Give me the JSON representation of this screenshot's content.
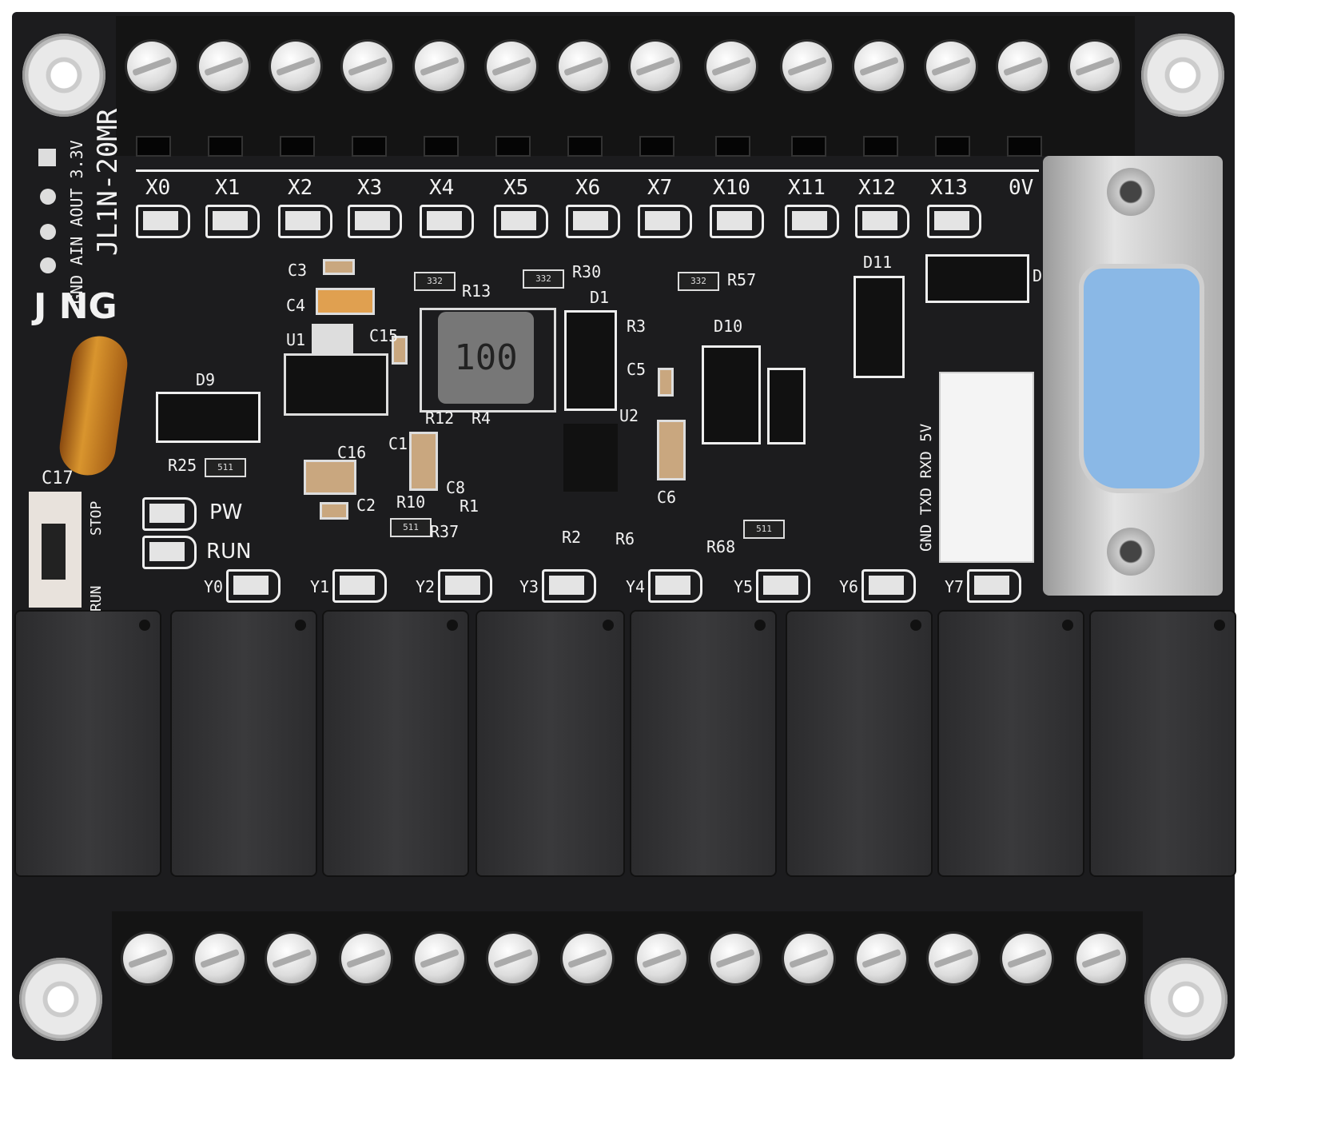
{
  "board": {
    "model": "JL1N-20MR",
    "brand_partial": "J  NG",
    "analog_pins_label": "GND AIN AOUT 3.3V",
    "input_labels": [
      "X0",
      "X1",
      "X2",
      "X3",
      "X4",
      "X5",
      "X6",
      "X7",
      "X10",
      "X11",
      "X12",
      "X13",
      "0V"
    ],
    "output_labels": [
      "Y0",
      "Y1",
      "Y2",
      "Y3",
      "Y4",
      "Y5",
      "Y6",
      "Y7"
    ],
    "status_leds": {
      "power": "PW",
      "run": "RUN"
    },
    "switch": {
      "label": "C17",
      "stop": "STOP",
      "run": "RUN",
      "position": "RUN"
    },
    "serial_header_label": "GND TXD RXD 5V",
    "inductor_marking": "100",
    "resistor_marking_332": "332",
    "resistor_marking_511": "511",
    "component_labels": [
      "C3",
      "C4",
      "U1",
      "C15",
      "R13",
      "R30",
      "D1",
      "R3",
      "C5",
      "D10",
      "D11",
      "R57",
      "D9",
      "R25",
      "C16",
      "C2",
      "R10",
      "R37",
      "C1",
      "R12",
      "R4",
      "C8",
      "R1",
      "R2",
      "R6",
      "U2",
      "C6",
      "R68",
      "D"
    ]
  },
  "colors": {
    "pcb": "#1c1c1e",
    "silkscreen": "#f2f2f2",
    "db9_insert": "#8ab8e6",
    "tantalum": "#e0a050",
    "battery": "#c27a1e"
  },
  "counts": {
    "top_screws": 14,
    "bottom_screws": 14,
    "relays": 8
  }
}
